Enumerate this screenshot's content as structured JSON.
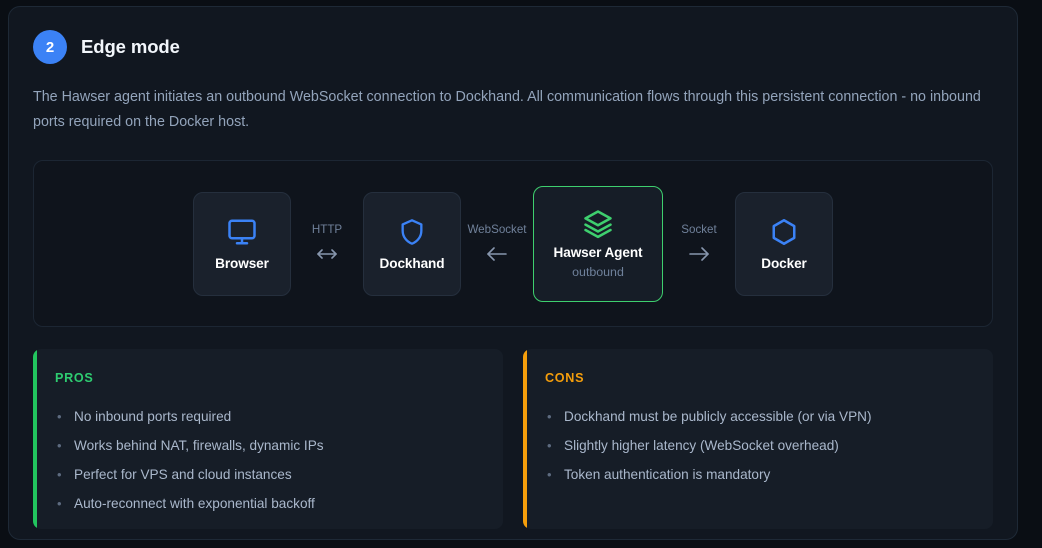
{
  "step": {
    "number": "2",
    "title": "Edge mode",
    "badge_color": "#3b82f6"
  },
  "description": "The Hawser agent initiates an outbound WebSocket connection to Dockhand. All communication flows through this persistent connection - no inbound ports required on the Docker host.",
  "diagram": {
    "nodes": [
      {
        "id": "browser",
        "label": "Browser",
        "sub": "",
        "icon": "monitor-icon",
        "icon_color": "#3b82f6",
        "accent": false
      },
      {
        "id": "dockhand",
        "label": "Dockhand",
        "sub": "",
        "icon": "shield-icon",
        "icon_color": "#3b82f6",
        "accent": false
      },
      {
        "id": "hawser",
        "label": "Hawser Agent",
        "sub": "outbound",
        "icon": "layers-icon",
        "icon_color": "#3ecf6e",
        "accent": true,
        "accent_color": "#3ecf6e"
      },
      {
        "id": "docker",
        "label": "Docker",
        "sub": "",
        "icon": "hexagon-icon",
        "icon_color": "#3b82f6",
        "accent": false
      }
    ],
    "connectors": [
      {
        "label": "HTTP",
        "direction": "both",
        "icon": "arrow-left-right-icon"
      },
      {
        "label": "WebSocket",
        "direction": "left",
        "icon": "arrow-left-icon"
      },
      {
        "label": "Socket",
        "direction": "right",
        "icon": "arrow-right-icon"
      }
    ]
  },
  "pros": {
    "title": "PROS",
    "accent_color": "#22c55e",
    "items": [
      "No inbound ports required",
      "Works behind NAT, firewalls, dynamic IPs",
      "Perfect for VPS and cloud instances",
      "Auto-reconnect with exponential backoff"
    ]
  },
  "cons": {
    "title": "CONS",
    "accent_color": "#f59e0b",
    "items": [
      "Dockhand must be publicly accessible (or via VPN)",
      "Slightly higher latency (WebSocket overhead)",
      "Token authentication is mandatory"
    ]
  }
}
